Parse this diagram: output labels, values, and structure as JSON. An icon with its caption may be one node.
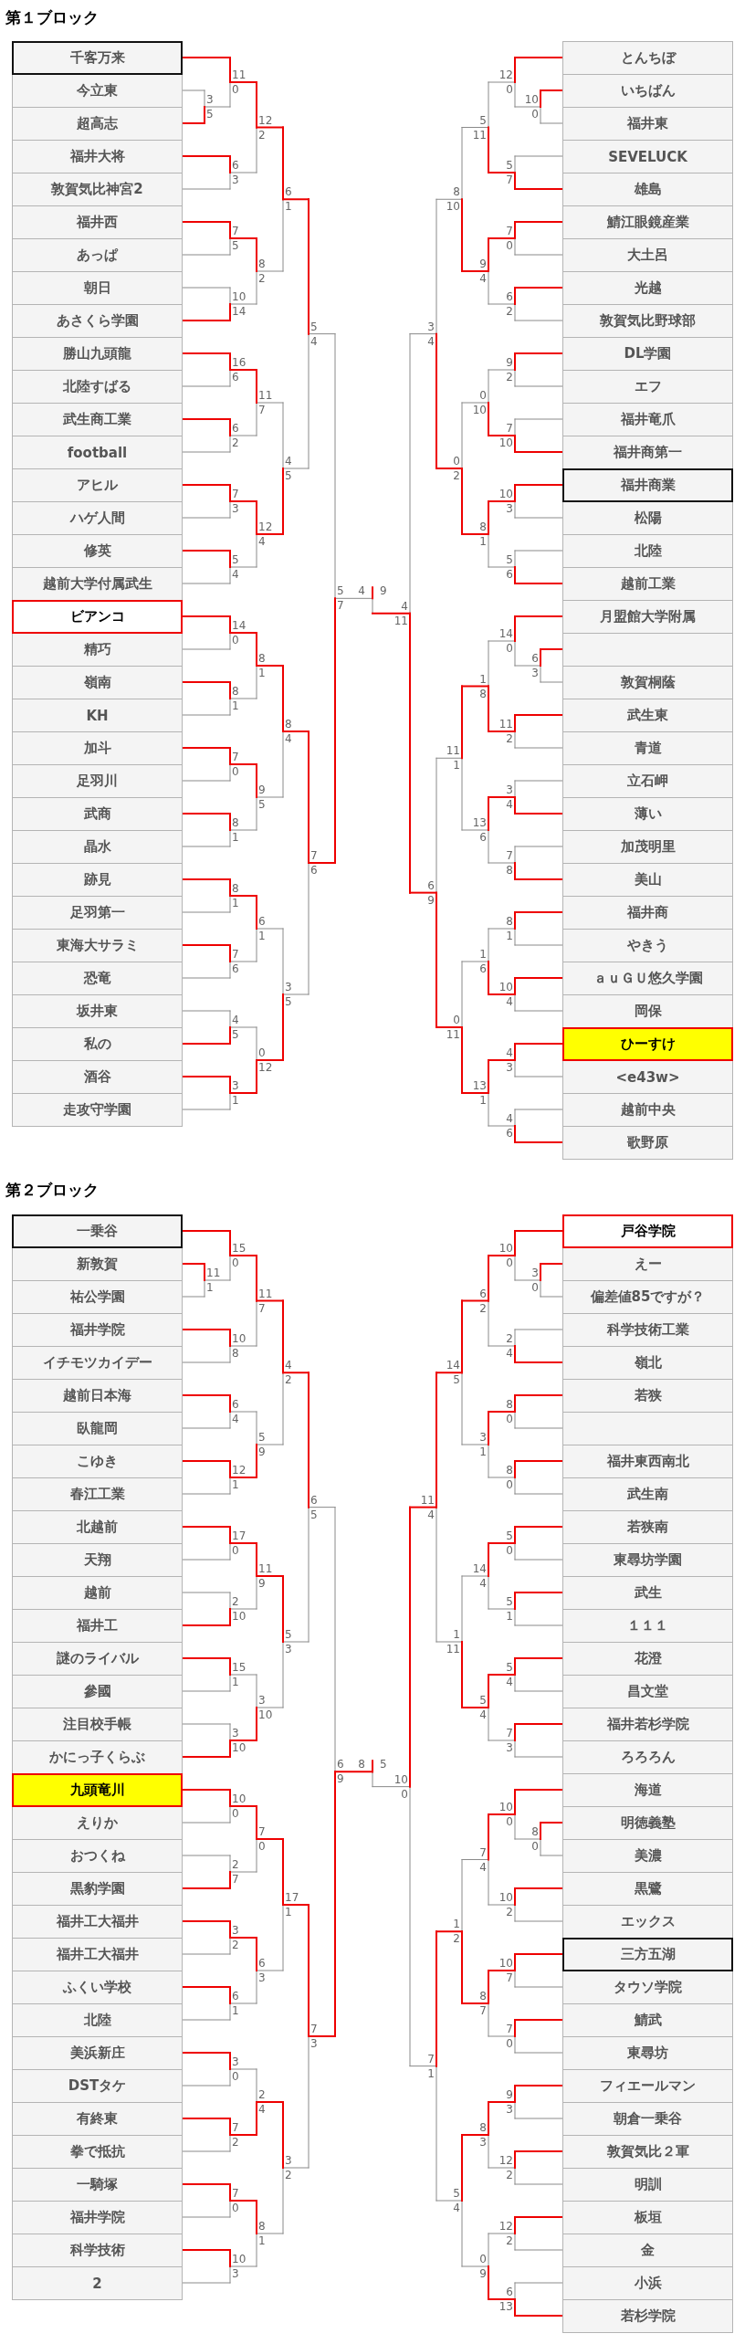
{
  "diagram": {
    "nodes": [
      {
        "text": [
          "千客万来"
        ]
      },
      {
        "text": [
          "今立東"
        ]
      },
      {
        "text": [
          "超高志"
        ]
      },
      {
        "text": [
          "福井大将"
        ]
      },
      {
        "text": [
          "敦賀気比神宮2"
        ]
      },
      {
        "text": [
          "福井西"
        ]
      },
      {
        "text": [
          "あっぱ"
        ]
      },
      {
        "text": [
          "朝日"
        ]
      },
      {
        "text": [
          "あさくら学園"
        ]
      },
      {
        "text": [
          "勝山九頭龍"
        ]
      },
      {
        "text": [
          "北陸すばる"
        ]
      },
      {
        "text": [
          "武生商工業"
        ]
      },
      {
        "text": [
          "football"
        ]
      },
      {
        "text": [
          "アヒル"
        ]
      },
      {
        "text": [
          "ハゲ人間"
        ]
      },
      {
        "text": [
          "修英"
        ]
      },
      {
        "text": [
          "越前大学付属武生"
        ]
      },
      {
        "text": [
          "ビアンコ"
        ]
      },
      {
        "text": [
          "精巧"
        ]
      },
      {
        "text": [
          "嶺南"
        ]
      },
      {
        "text": [
          "KH"
        ]
      },
      {
        "text": [
          "加斗"
        ]
      },
      {
        "text": [
          "足羽川"
        ]
      },
      {
        "text": [
          "武商"
        ]
      },
      {
        "text": [
          "晶水"
        ]
      },
      {
        "text": [
          "跡見"
        ]
      },
      {
        "text": [
          "足羽第一"
        ]
      },
      {
        "text": [
          "東海大サラミ"
        ]
      },
      {
        "text": [
          "恐竜"
        ]
      },
      {
        "text": [
          "坂井東"
        ]
      },
      {
        "text": [
          "私の"
        ]
      },
      {
        "text": [
          "酒谷"
        ]
      },
      {
        "text": [
          "走攻守学園"
        ]
      },
      {
        "text": [
          "とんちぼ"
        ]
      },
      {
        "text": [
          "いちばん"
        ]
      },
      {
        "text": [
          "福井東"
        ]
      },
      {
        "text": [
          "SEVELUCK"
        ]
      },
      {
        "text": [
          "雄島"
        ]
      },
      {
        "text": [
          "鯖江眼鏡産業"
        ]
      },
      {
        "text": [
          "大土呂"
        ]
      },
      {
        "text": [
          "光越"
        ]
      },
      {
        "text": [
          "敦賀気比野球部"
        ]
      },
      {
        "text": [
          "DL学園"
        ]
      },
      {
        "text": [
          "エフ"
        ]
      },
      {
        "text": [
          "福井竜爪"
        ]
      },
      {
        "text": [
          "福井商第一"
        ]
      },
      {
        "text": [
          "福井商業"
        ]
      },
      {
        "text": [
          "松陽"
        ]
      },
      {
        "text": [
          "北陸"
        ]
      },
      {
        "text": [
          "越前工業"
        ]
      },
      {
        "text": [
          "月盟館大学附属"
        ]
      },
      {
        "text": [],
        "shape": "box"
      },
      {
        "text": [
          "敦賀桐蔭"
        ]
      },
      {
        "text": [
          "武生東"
        ]
      },
      {
        "text": [
          "青道"
        ]
      },
      {
        "text": [
          "立石岬"
        ]
      },
      {
        "text": [
          "薄い"
        ]
      },
      {
        "text": [
          "加茂明里"
        ]
      },
      {
        "text": [
          "美山"
        ]
      },
      {
        "text": [
          "福井商"
        ]
      },
      {
        "text": [
          "やきう"
        ]
      },
      {
        "text": [
          "ａｕＧＵ悠久学園"
        ]
      },
      {
        "text": [
          "岡保"
        ]
      },
      {
        "text": [
          "ひーすけ"
        ]
      },
      {
        "text": [
          "<e43w>"
        ]
      },
      {
        "text": [
          "越前中央"
        ]
      },
      {
        "text": [
          "歌野原"
        ]
      },
      {
        "text": [
          "一乗谷"
        ]
      },
      {
        "text": [
          "新敦賀"
        ]
      },
      {
        "text": [
          "祐公学園"
        ]
      },
      {
        "text": [
          "福井学院"
        ]
      },
      {
        "text": [
          "イチモツカイデー"
        ]
      },
      {
        "text": [
          "越前日本海"
        ]
      },
      {
        "text": [
          "臥龍岡"
        ]
      },
      {
        "text": [
          "こゆき"
        ]
      },
      {
        "text": [
          "春江工業"
        ]
      },
      {
        "text": [
          "北越前"
        ]
      },
      {
        "text": [
          "天翔"
        ]
      },
      {
        "text": [
          "越前"
        ]
      },
      {
        "text": [
          "福井工"
        ]
      },
      {
        "text": [
          "謎のライバル"
        ]
      },
      {
        "text": [
          "參國"
        ]
      },
      {
        "text": [
          "注目校手帳"
        ]
      },
      {
        "text": [
          "かにっ子くらぶ"
        ]
      },
      {
        "text": [
          "九頭竜川"
        ]
      },
      {
        "text": [
          "えりか"
        ]
      },
      {
        "text": [
          "おつくね"
        ]
      },
      {
        "text": [
          "黒豹学園"
        ]
      },
      {
        "text": [
          "福井工大福井"
        ]
      },
      {
        "text": [
          "福井工大福井"
        ]
      },
      {
        "text": [
          "ふくい学校"
        ]
      },
      {
        "text": [
          "北陸"
        ]
      },
      {
        "text": [
          "美浜新庄"
        ]
      },
      {
        "text": [
          "DSTタケ"
        ]
      },
      {
        "text": [
          "有終東"
        ]
      },
      {
        "text": [
          "拳で抵抗"
        ]
      },
      {
        "text": [
          "一騎塚"
        ]
      },
      {
        "text": [
          "福井学院"
        ]
      },
      {
        "text": [
          "科学技術"
        ]
      },
      {
        "text": [
          "2"
        ]
      },
      {
        "text": [
          "戸谷学院"
        ]
      },
      {
        "text": [
          "えー"
        ]
      },
      {
        "text": [
          "偏差値85ですが？"
        ]
      },
      {
        "text": [
          "科学技術工業"
        ]
      },
      {
        "text": [
          "嶺北"
        ]
      },
      {
        "text": [
          "若狭"
        ]
      },
      {
        "text": [],
        "shape": "box"
      },
      {
        "text": [
          "福井東西南北"
        ]
      },
      {
        "text": [
          "武生南"
        ]
      },
      {
        "text": [
          "若狭南"
        ]
      },
      {
        "text": [
          "東尋坊学園"
        ]
      },
      {
        "text": [
          "武生"
        ]
      },
      {
        "text": [
          "１１１"
        ]
      },
      {
        "text": [
          "花澄"
        ]
      },
      {
        "text": [
          "昌文堂"
        ]
      },
      {
        "text": [
          "福井若杉学院"
        ]
      },
      {
        "text": [
          "ろろろん"
        ]
      },
      {
        "text": [
          "海道"
        ]
      },
      {
        "text": [
          "明徳義塾"
        ]
      },
      {
        "text": [
          "美濃"
        ]
      },
      {
        "text": [
          "黒鷺"
        ]
      },
      {
        "text": [
          "エックス"
        ]
      },
      {
        "text": [
          "三方五湖"
        ]
      },
      {
        "text": [
          "タウソ学院"
        ]
      },
      {
        "text": [
          "鯖武"
        ]
      },
      {
        "text": [
          "東尋坊"
        ]
      },
      {
        "text": [
          "フィエールマン"
        ]
      },
      {
        "text": [
          "朝倉一乗谷"
        ]
      },
      {
        "text": [
          "敦賀気比２軍"
        ]
      },
      {
        "text": [
          "明訓"
        ]
      },
      {
        "text": [
          "板垣"
        ]
      },
      {
        "text": [
          "金"
        ]
      },
      {
        "text": [
          "小浜"
        ]
      },
      {
        "text": [
          "若杉学院"
        ]
      }
    ],
    "labels": [
      "第１ブロック",
      "3",
      "5",
      "11",
      "0",
      "6",
      "3",
      "12",
      "2",
      "7",
      "5",
      "10",
      "14",
      "8",
      "2",
      "6",
      "1",
      "16",
      "6",
      "6",
      "2",
      "11",
      "7",
      "7",
      "3",
      "5",
      "4",
      "12",
      "4",
      "4",
      "5",
      "5",
      "4",
      "14",
      "0",
      "8",
      "1",
      "8",
      "1",
      "7",
      "0",
      "8",
      "1",
      "9",
      "5",
      "8",
      "4",
      "8",
      "1",
      "7",
      "6",
      "6",
      "1",
      "4",
      "5",
      "3",
      "1",
      "0",
      "12",
      "3",
      "5",
      "7",
      "6",
      "5",
      "7",
      "10",
      "0",
      "12",
      "0",
      "5",
      "7",
      "5",
      "11",
      "7",
      "0",
      "6",
      "2",
      "9",
      "4",
      "8",
      "10",
      "9",
      "2",
      "7",
      "10",
      "0",
      "10",
      "10",
      "3",
      "5",
      "6",
      "8",
      "1",
      "0",
      "2",
      "3",
      "4",
      "6",
      "3",
      "14",
      "0",
      "11",
      "2",
      "1",
      "8",
      "3",
      "4",
      "7",
      "8",
      "13",
      "6",
      "11",
      "1",
      "8",
      "1",
      "10",
      "4",
      "1",
      "6",
      "4",
      "3",
      "4",
      "6",
      "13",
      "1",
      "0",
      "11",
      "6",
      "9",
      "4",
      "11",
      "4",
      "9",
      "第２ブロック",
      "11",
      "1",
      "15",
      "0",
      "10",
      "8",
      "11",
      "7",
      "6",
      "4",
      "12",
      "1",
      "5",
      "9",
      "4",
      "2",
      "17",
      "0",
      "2",
      "10",
      "11",
      "9",
      "15",
      "1",
      "3",
      "10",
      "3",
      "10",
      "5",
      "3",
      "6",
      "5",
      "10",
      "0",
      "2",
      "7",
      "7",
      "0",
      "3",
      "2",
      "6",
      "1",
      "6",
      "3",
      "17",
      "1",
      "3",
      "0",
      "7",
      "2",
      "2",
      "4",
      "7",
      "0",
      "10",
      "3",
      "8",
      "1",
      "3",
      "2",
      "7",
      "3",
      "6",
      "9",
      "3",
      "0",
      "10",
      "0",
      "2",
      "4",
      "6",
      "2",
      "8",
      "0",
      "8",
      "0",
      "3",
      "1",
      "14",
      "5",
      "5",
      "0",
      "5",
      "1",
      "14",
      "4",
      "5",
      "4",
      "7",
      "3",
      "5",
      "4",
      "1",
      "11",
      "11",
      "4",
      "8",
      "0",
      "10",
      "0",
      "10",
      "2",
      "7",
      "4",
      "10",
      "7",
      "7",
      "0",
      "8",
      "7",
      "1",
      "2",
      "9",
      "3",
      "12",
      "2",
      "8",
      "3",
      "12",
      "2",
      "6",
      "13",
      "0",
      "9",
      "5",
      "4",
      "7",
      "1",
      "10",
      "0",
      "8",
      "5"
    ]
  }
}
